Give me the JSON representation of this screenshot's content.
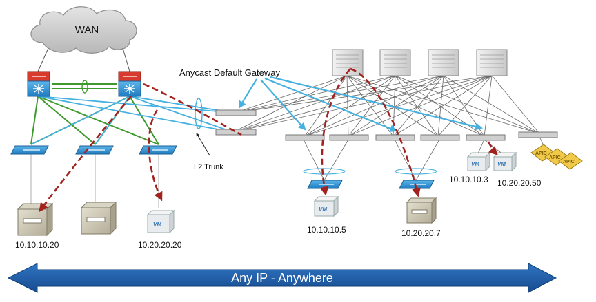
{
  "labels": {
    "wan": "WAN",
    "anycast": "Anycast Default Gateway",
    "l2trunk": "L2 Trunk",
    "banner": "Any IP - Anywhere",
    "vm": "VM",
    "apic": "APIC"
  },
  "hosts": [
    "10.10.10.20",
    "10.20.20.20",
    "10.10.10.5",
    "10.20.20.7",
    "10.10.10.3",
    "10.20.20.50"
  ],
  "colors": {
    "green_link": "#3f9a2e",
    "blue_link": "#45b1e0",
    "gray_link": "#666666",
    "flow_arrow": "#a1221e",
    "banner_blue": "#1e5fa8",
    "core_red": "#d93a2e",
    "switch_blue": "#2a8fd1"
  }
}
